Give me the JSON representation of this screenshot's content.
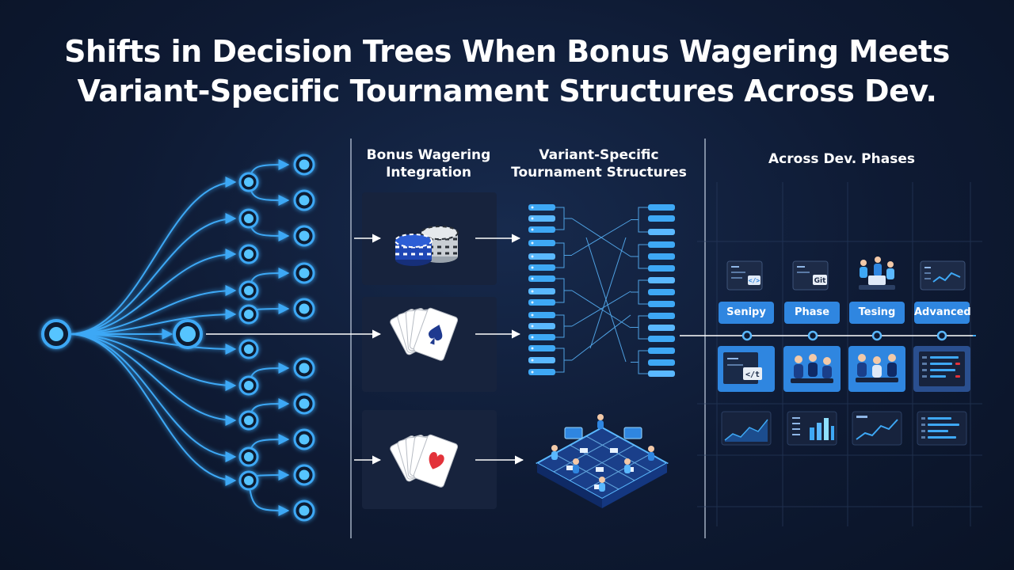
{
  "title": {
    "line1": "Shifts in Decision Trees When Bonus Wagering Meets",
    "line2": "Variant-Specific Tournament Structures Across Dev."
  },
  "columns": {
    "bonus": {
      "line1": "Bonus Wagering",
      "line2": "Integration"
    },
    "variant": {
      "line1": "Variant-Specific",
      "line2": "Tournament Structures"
    },
    "phases": {
      "label": "Across Dev. Phases"
    }
  },
  "phase_steps": [
    {
      "label": "Senipy"
    },
    {
      "label": "Phase"
    },
    {
      "label": "Tesing"
    },
    {
      "label": "Advanced"
    }
  ],
  "icons": {
    "code_top": "</>",
    "git_top": "Git",
    "code_bottom": "</t"
  },
  "colors": {
    "background": "#0e1a33",
    "accent": "#3ea8f5",
    "node_fill": "#56c4ff",
    "chip": "#2f86e0",
    "panel": "#17233d"
  }
}
